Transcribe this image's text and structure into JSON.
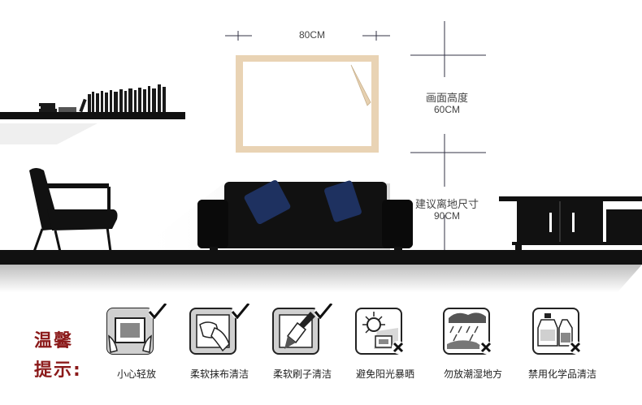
{
  "dimensions": {
    "width_label": "80CM",
    "height_label": "画面高度",
    "height_value": "60CM",
    "distance_label": "建议离地尺寸",
    "distance_value": "90CM"
  },
  "tips": {
    "title_line1": "温馨",
    "title_line2": "提示:"
  },
  "care_items": [
    {
      "label": "小心轻放",
      "icon": "hands-holding-frame-icon"
    },
    {
      "label": "柔软抹布清洁",
      "icon": "cloth-wiping-icon"
    },
    {
      "label": "柔软刷子清洁",
      "icon": "brush-cleaning-icon"
    },
    {
      "label": "避免阳光暴晒",
      "icon": "sun-exposure-icon"
    },
    {
      "label": "勿放潮湿地方",
      "icon": "rain-humidity-icon"
    },
    {
      "label": "禁用化学品清洁",
      "icon": "chemical-bottles-icon"
    }
  ],
  "colors": {
    "frame": "#e9d3b4",
    "sofa": "#111111",
    "pillow": "#1e3160",
    "tip_title": "#8b1a1a"
  }
}
